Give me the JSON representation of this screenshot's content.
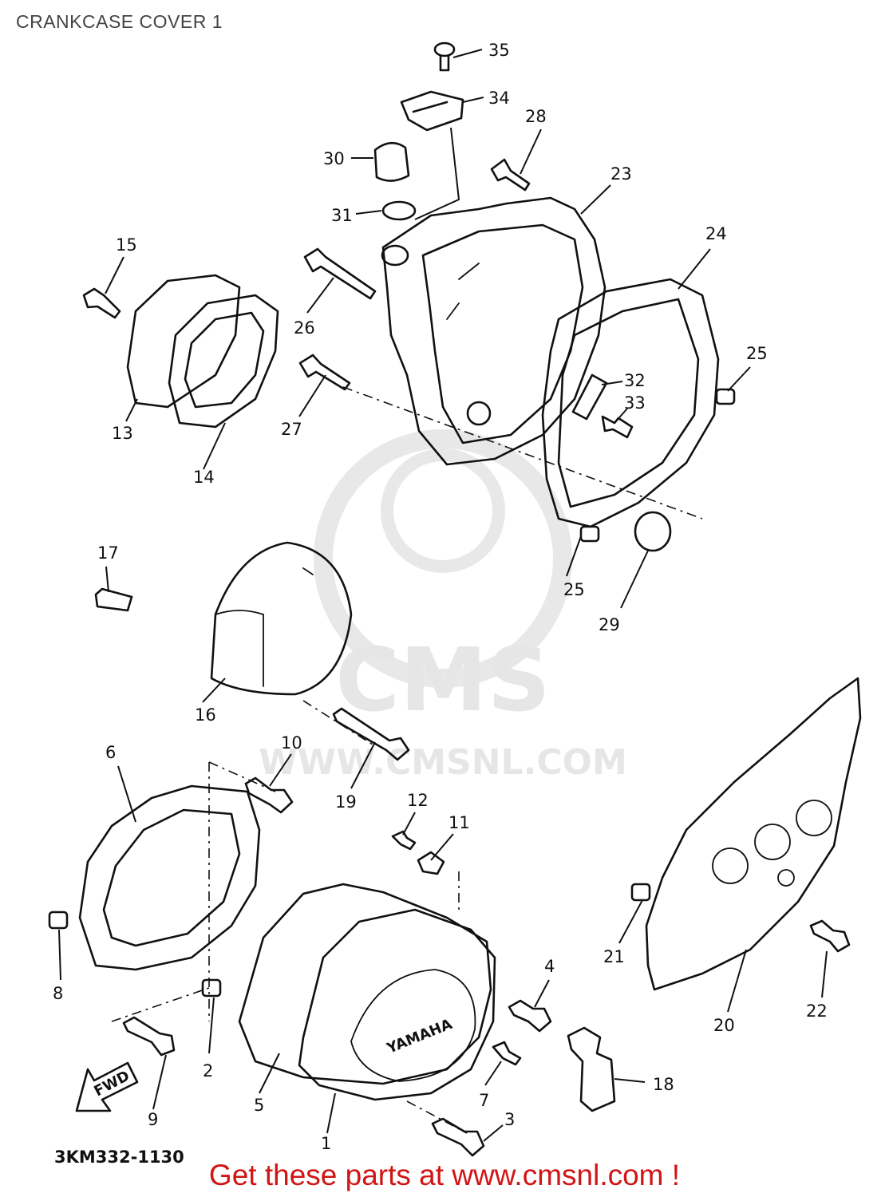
{
  "title": "CRANKCASE COVER 1",
  "diagram_code": "3KM332-1130",
  "watermark": {
    "brand": "CMS",
    "url": "WWW.CMSNL.COM"
  },
  "front_arrow_label": "FWD",
  "cover_brand_text": "YAMAHA",
  "cta": "Get these parts at www.cmsnl.com !",
  "part_labels": [
    "35",
    "34",
    "28",
    "30",
    "23",
    "31",
    "24",
    "15",
    "26",
    "25",
    "32",
    "33",
    "13",
    "27",
    "14",
    "17",
    "25",
    "29",
    "16",
    "10",
    "6",
    "19",
    "12",
    "11",
    "21",
    "4",
    "8",
    "20",
    "22",
    "2",
    "18",
    "5",
    "7",
    "9",
    "3",
    "1"
  ]
}
